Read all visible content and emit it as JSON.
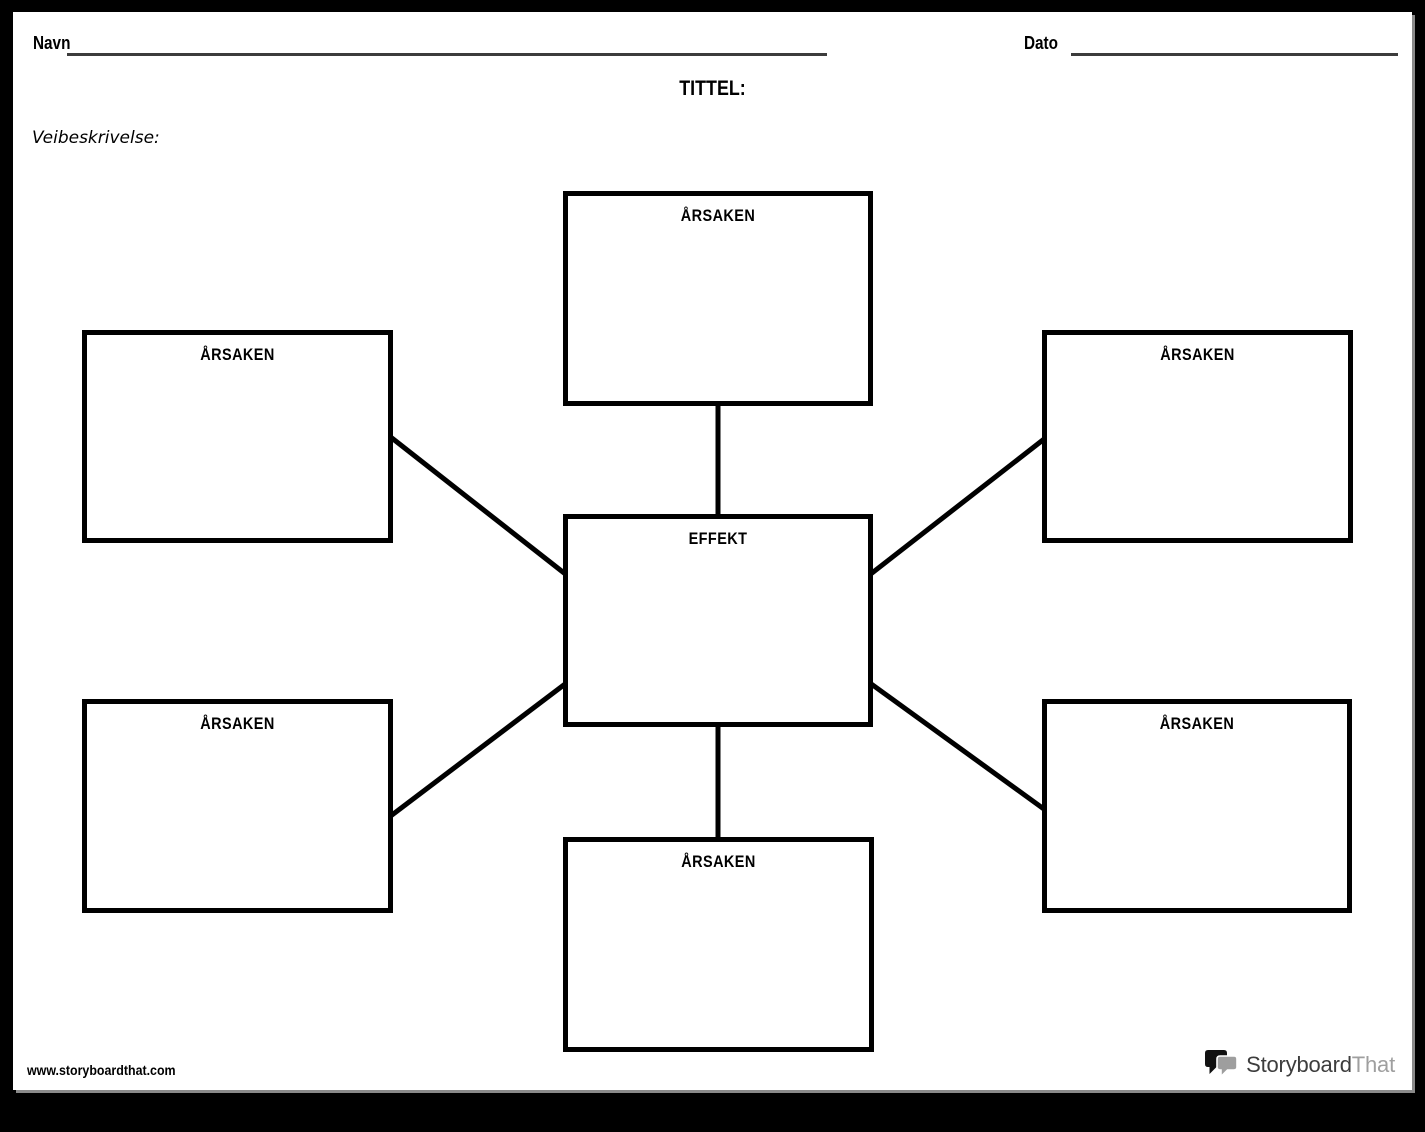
{
  "header": {
    "name_label": "Navn",
    "date_label": "Dato"
  },
  "title": {
    "label": "TITTEL:"
  },
  "directions": {
    "label": "Veibeskrivelse:"
  },
  "diagram": {
    "effect": {
      "label": "EFFEKT"
    },
    "causes": [
      {
        "position": "top-center",
        "label": "ÅRSAKEN"
      },
      {
        "position": "top-left",
        "label": "ÅRSAKEN"
      },
      {
        "position": "top-right",
        "label": "ÅRSAKEN"
      },
      {
        "position": "bottom-left",
        "label": "ÅRSAKEN"
      },
      {
        "position": "bottom-right",
        "label": "ÅRSAKEN"
      },
      {
        "position": "bottom-center",
        "label": "ÅRSAKEN"
      }
    ]
  },
  "footer": {
    "website": "www.storyboardthat.com",
    "brand_primary": "Storyboard",
    "brand_secondary": "That"
  },
  "colors": {
    "line": "#000000",
    "write_line": "#3c3c3c",
    "page_background": "#ffffff",
    "outer_background": "#000000",
    "brand_primary_text": "#3d3d3d",
    "brand_secondary_text": "#9f9f9f",
    "bubble_black": "#111111",
    "bubble_gray": "#9e9e9e"
  }
}
